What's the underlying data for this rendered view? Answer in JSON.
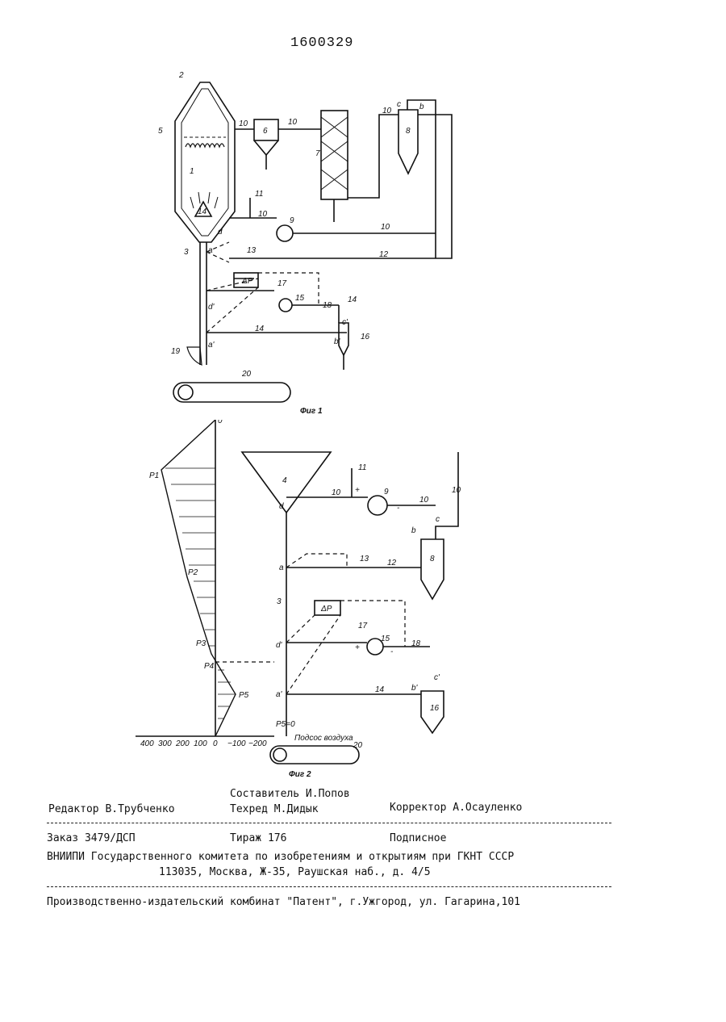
{
  "patent_number": "1600329",
  "fig1": {
    "caption": "Фиг 1",
    "labels": [
      "2",
      "5",
      "1",
      "14",
      "3",
      "19",
      "20",
      "6",
      "7",
      "8",
      "9",
      "10",
      "11",
      "12",
      "13",
      "ΔP",
      "17",
      "15",
      "18",
      "16",
      "a",
      "d",
      "a'",
      "d'",
      "b",
      "c",
      "b'",
      "c'"
    ]
  },
  "fig2": {
    "caption": "Фиг 2",
    "labels": [
      "0",
      "P1",
      "P2",
      "P3",
      "P4",
      "P5",
      "4",
      "11",
      "9",
      "10",
      "8",
      "12",
      "13",
      "3",
      "ΔP",
      "17",
      "15",
      "18",
      "14",
      "16",
      "20",
      "a",
      "d",
      "a'",
      "d'",
      "b",
      "c",
      "b'",
      "c'",
      "+",
      "-"
    ],
    "pressure_label": "P5=0",
    "suction_label": "Подсос воздуха",
    "axis_ticks": [
      "400",
      "300",
      "200",
      "100",
      "0",
      "−100",
      "−200"
    ]
  },
  "footer": {
    "compiler": "Составитель И.Попов",
    "editor": "Редактор В.Трубченко",
    "techred": "Техред М.Дидык",
    "corrector": "Корректор А.Осауленко",
    "order": "Заказ 3479/ДСП",
    "circulation": "Тираж 176",
    "subscription": "Подписное",
    "org": "ВНИИПИ Государственного комитета по изобретениям и открытиям при ГКНТ СССР",
    "address": "113035, Москва, Ж-35, Раушская наб., д. 4/5",
    "publisher": "Производственно-издательский комбинат \"Патент\", г.Ужгород, ул. Гагарина,101"
  }
}
